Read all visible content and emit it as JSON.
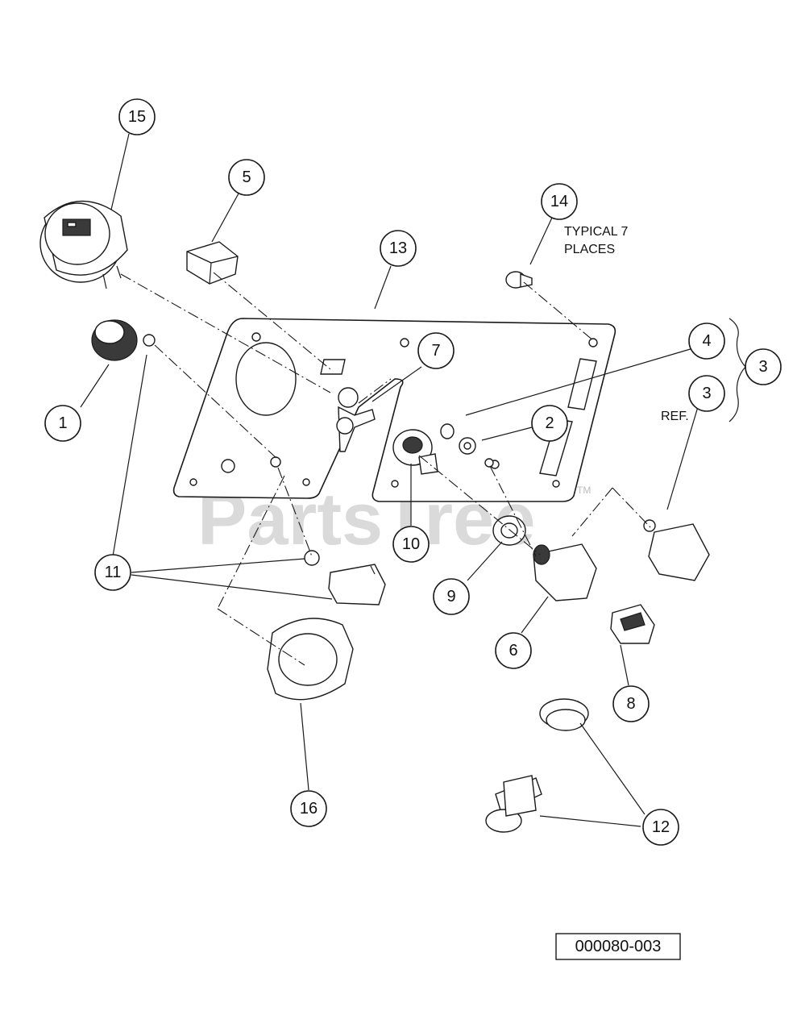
{
  "watermark": {
    "text": "PartsTree",
    "trademark": "TM"
  },
  "notes": {
    "typical_line1": "TYPICAL 7",
    "typical_line2": "PLACES",
    "ref": "REF."
  },
  "diagram_id": "000080-003",
  "callouts": [
    {
      "id": "c15",
      "label": "15"
    },
    {
      "id": "c5",
      "label": "5"
    },
    {
      "id": "c13",
      "label": "13"
    },
    {
      "id": "c14",
      "label": "14"
    },
    {
      "id": "c4",
      "label": "4"
    },
    {
      "id": "c3a",
      "label": "3"
    },
    {
      "id": "c3b",
      "label": "3"
    },
    {
      "id": "c7",
      "label": "7"
    },
    {
      "id": "c2",
      "label": "2"
    },
    {
      "id": "c1",
      "label": "1"
    },
    {
      "id": "c10",
      "label": "10"
    },
    {
      "id": "c11",
      "label": "11"
    },
    {
      "id": "c9",
      "label": "9"
    },
    {
      "id": "c6",
      "label": "6"
    },
    {
      "id": "c8",
      "label": "8"
    },
    {
      "id": "c16",
      "label": "16"
    },
    {
      "id": "c12",
      "label": "12"
    }
  ]
}
